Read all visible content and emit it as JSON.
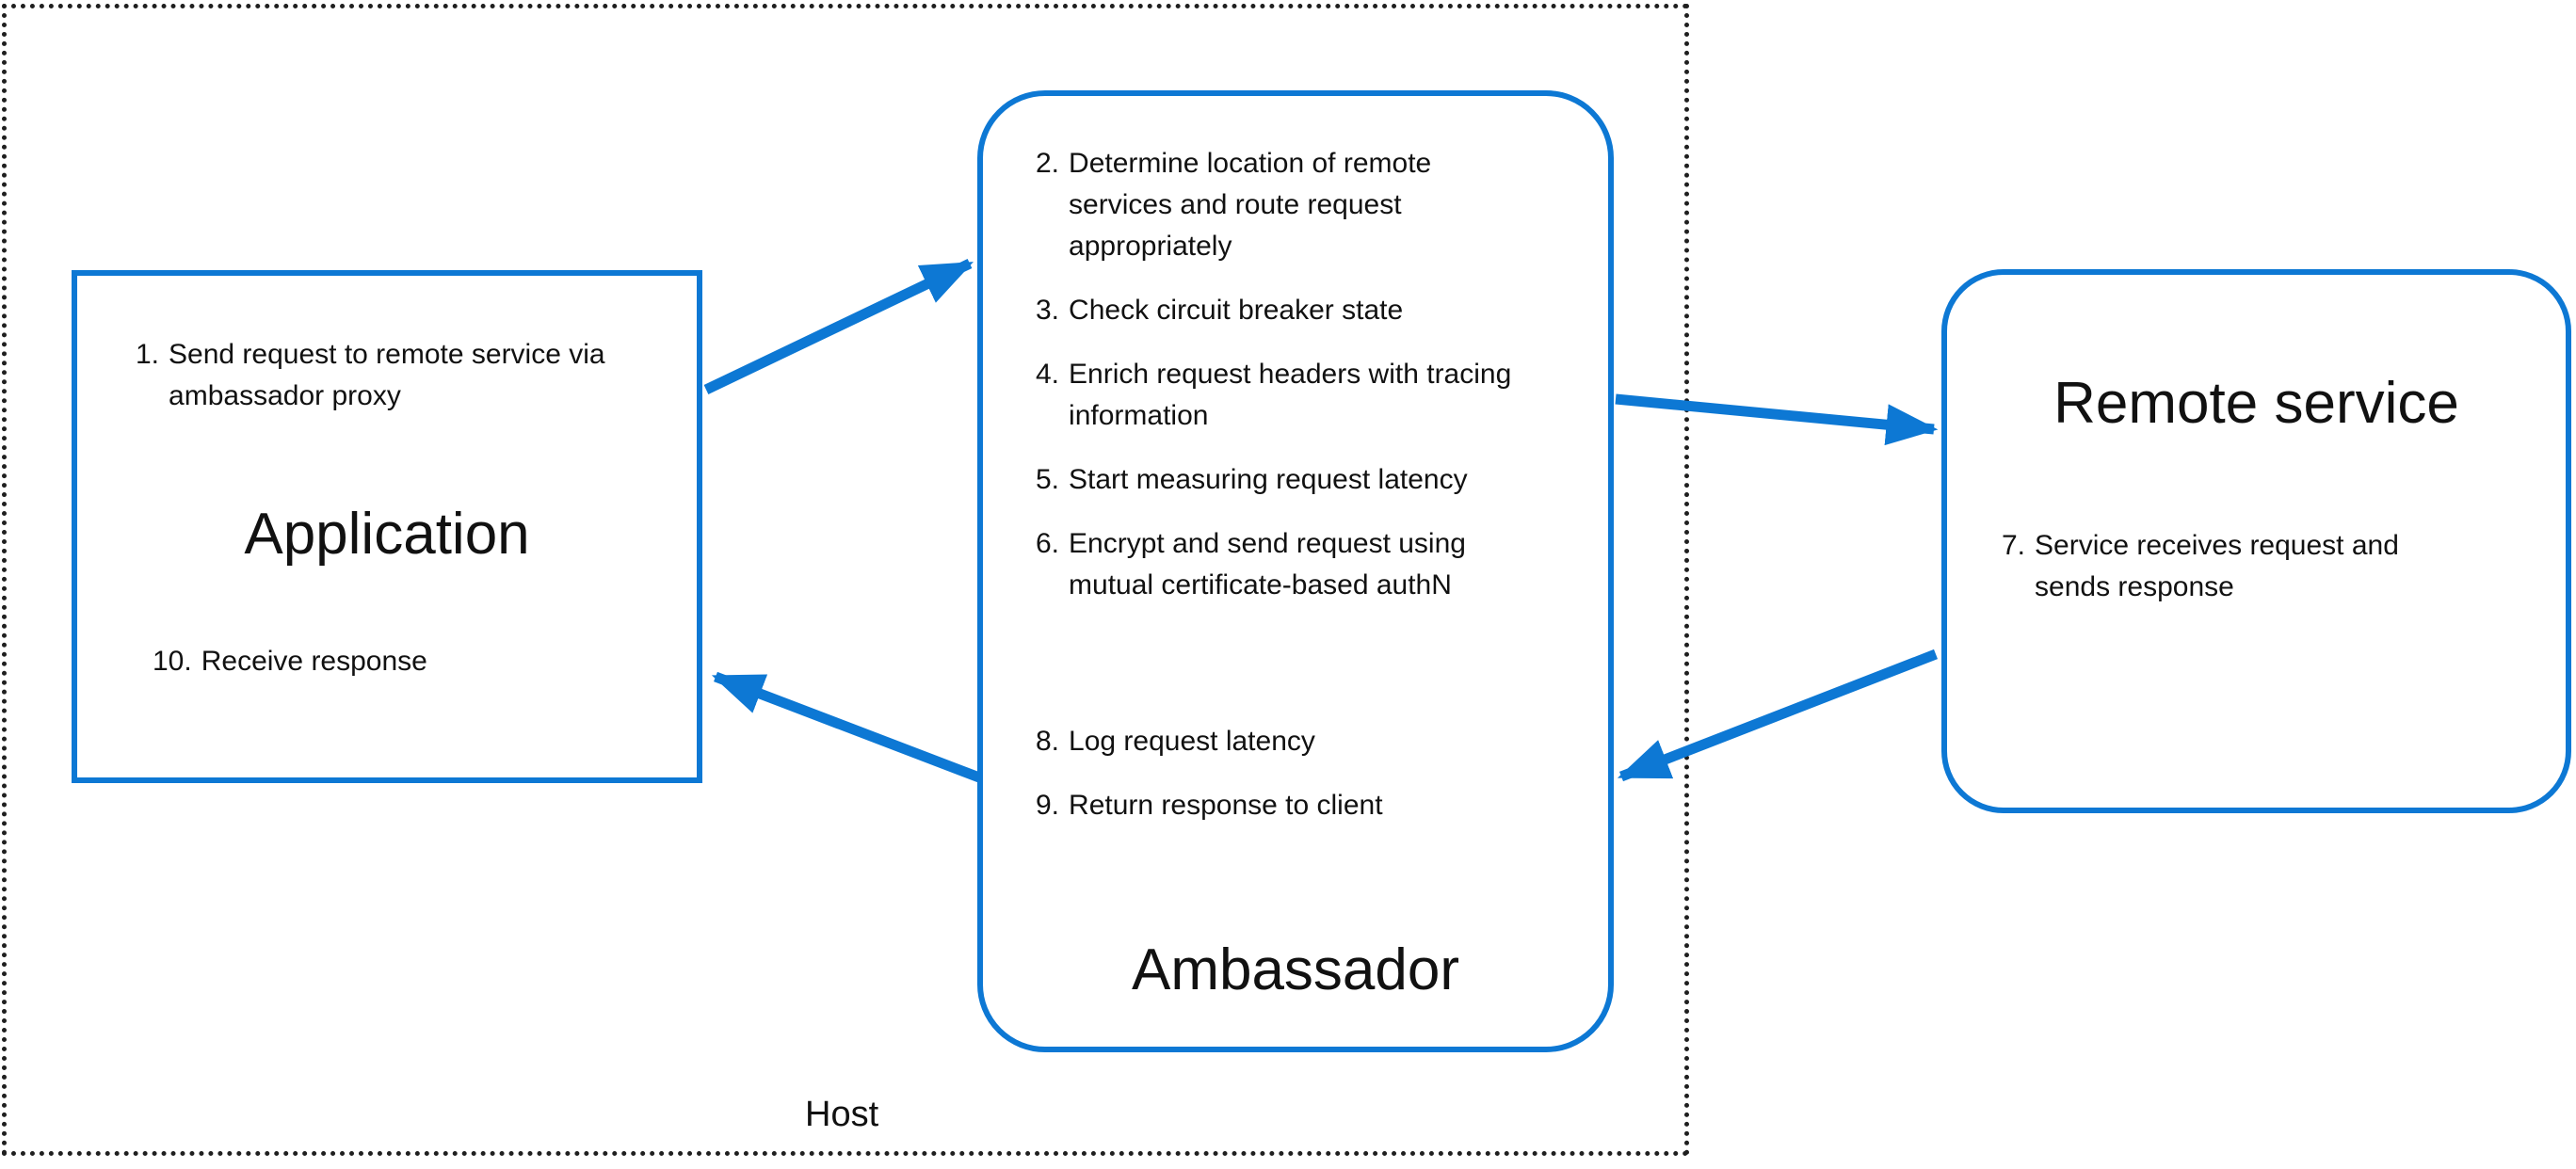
{
  "colors": {
    "accent": "#0d78d4",
    "text": "#111111",
    "boundary": "#1f1f1f"
  },
  "host": {
    "label": "Host"
  },
  "application": {
    "title": "Application",
    "steps": [
      {
        "num": "1.",
        "text": "Send request to remote service via ambassador proxy"
      },
      {
        "num": "10.",
        "text": "Receive response"
      }
    ]
  },
  "ambassador": {
    "title": "Ambassador",
    "steps_outbound": [
      {
        "num": "2.",
        "text": "Determine location of remote services and route request appropriately"
      },
      {
        "num": "3.",
        "text": "Check circuit breaker state"
      },
      {
        "num": "4.",
        "text": "Enrich request headers with tracing information"
      },
      {
        "num": "5.",
        "text": "Start measuring request latency"
      },
      {
        "num": "6.",
        "text": "Encrypt and send request using mutual certificate-based authN"
      }
    ],
    "steps_return": [
      {
        "num": "8.",
        "text": "Log request latency"
      },
      {
        "num": "9.",
        "text": "Return response to client"
      }
    ]
  },
  "remote_service": {
    "title": "Remote service",
    "steps": [
      {
        "num": "7.",
        "text": "Service receives request and sends response"
      }
    ]
  },
  "connections": [
    {
      "from": "application",
      "to": "ambassador",
      "direction": "request"
    },
    {
      "from": "ambassador",
      "to": "remote-service",
      "direction": "request"
    },
    {
      "from": "remote-service",
      "to": "ambassador",
      "direction": "response"
    },
    {
      "from": "ambassador",
      "to": "application",
      "direction": "response"
    }
  ]
}
